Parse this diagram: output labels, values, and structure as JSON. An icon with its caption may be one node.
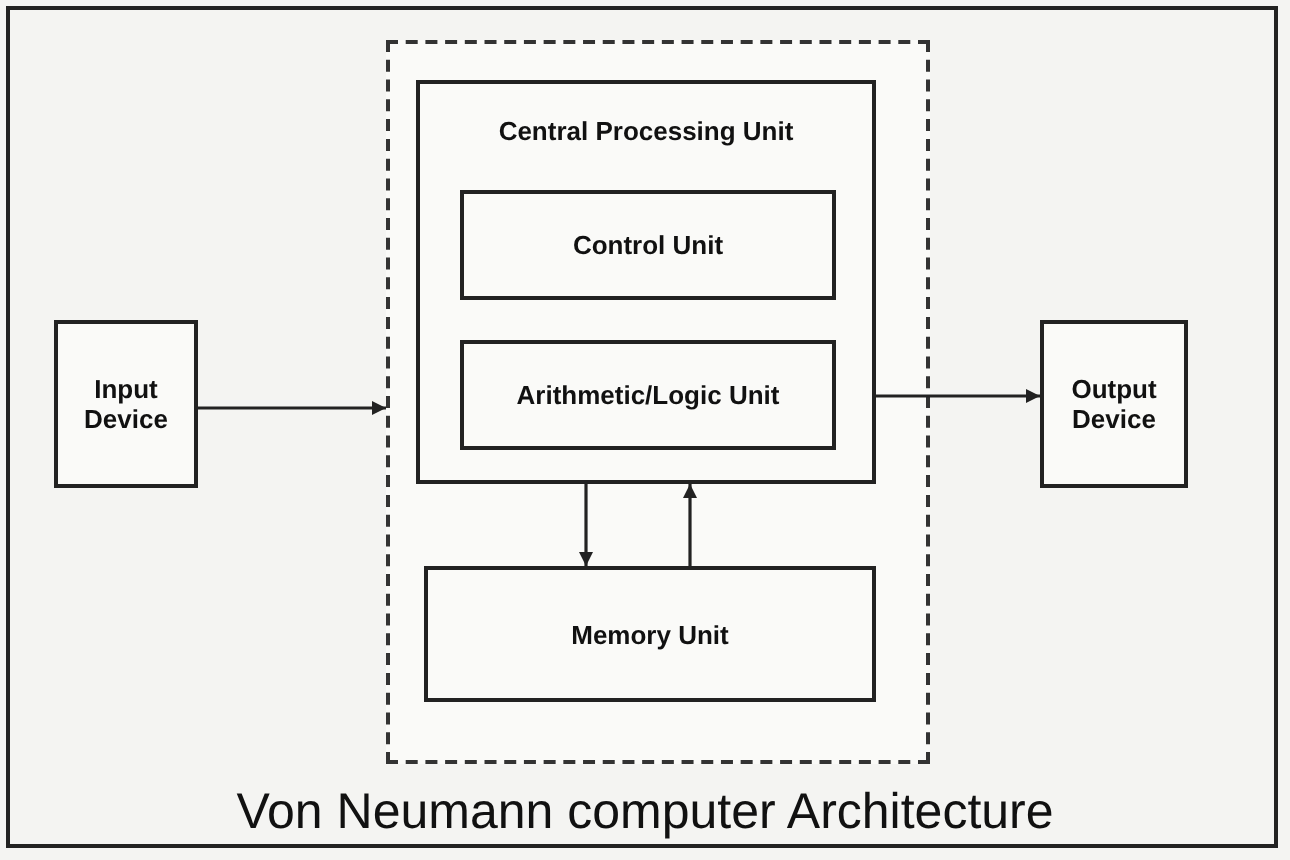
{
  "diagram": {
    "title": "Von Neumann computer Architecture",
    "nodes": [
      {
        "text": [
          "Input Device"
        ]
      },
      {
        "text": [],
        "shape": "box"
      },
      {
        "text": [
          "Central Processing Unit"
        ],
        "in": 1
      },
      {
        "text": [
          "Control Unit"
        ],
        "in": 2
      },
      {
        "text": [
          "Arithmetic/Logic Unit"
        ],
        "in": 2
      },
      {
        "text": [
          "Memory Unit"
        ],
        "in": 1
      },
      {
        "text": [
          "Output Device"
        ]
      }
    ],
    "edges": [
      {
        "from": 0,
        "to": 1,
        "arrow": "to"
      },
      {
        "from": 2,
        "to": 6,
        "arrow": "to"
      },
      {
        "from": 2,
        "to": 5,
        "arrow": "to"
      },
      {
        "from": 5,
        "to": 2,
        "arrow": "to"
      }
    ]
  }
}
